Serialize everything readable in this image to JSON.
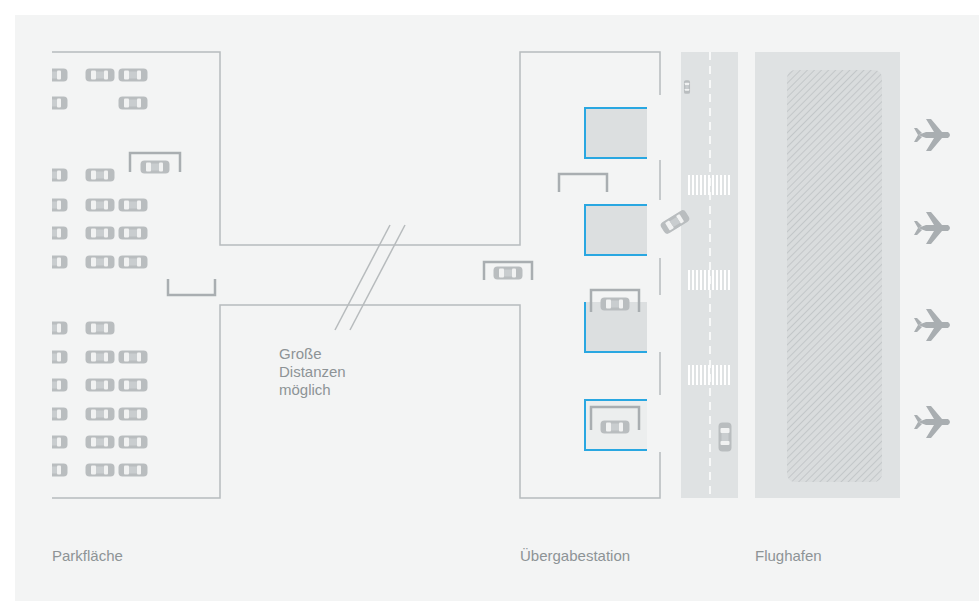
{
  "diagram": {
    "labels": [
      "Große Distanzen möglich",
      "Parkfläche",
      "Übergabestation",
      "Flughafen"
    ]
  }
}
